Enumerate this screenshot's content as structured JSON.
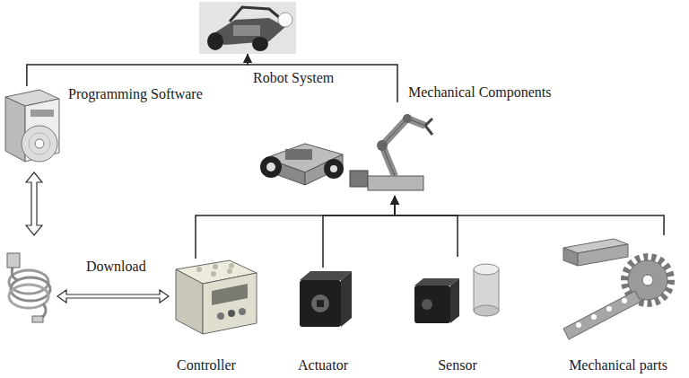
{
  "diagram": {
    "nodes": [
      {
        "text": [
          "Robot System"
        ]
      },
      {
        "text": [
          "Programming Software"
        ]
      },
      {
        "text": [
          "Mechanical Components"
        ]
      },
      {
        "text": [
          "Controller"
        ]
      },
      {
        "text": [
          "Actuator"
        ]
      },
      {
        "text": [
          "Sensor"
        ]
      },
      {
        "text": [
          "Mechanical parts"
        ]
      }
    ],
    "edges": [
      {
        "from": 1,
        "to": 0,
        "arrow": "to"
      },
      {
        "from": 2,
        "to": 0,
        "arrow": "to"
      },
      {
        "from": 3,
        "to": 2,
        "arrow": "to"
      },
      {
        "from": 4,
        "to": 2,
        "arrow": "to"
      },
      {
        "from": 5,
        "to": 2,
        "arrow": "to"
      },
      {
        "from": 6,
        "to": 2,
        "arrow": "to"
      }
    ],
    "labels": [
      "Download"
    ]
  }
}
